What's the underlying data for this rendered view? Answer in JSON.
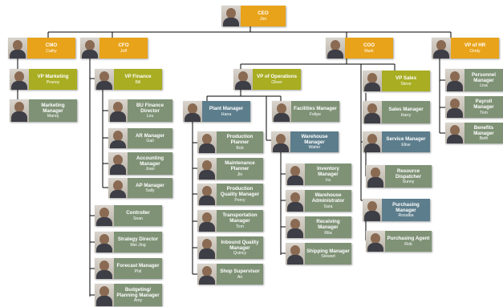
{
  "colors": {
    "gold": "#e8a31a",
    "olive": "#a8ad22",
    "gray": "#7f9276",
    "blue": "#5c7d8c",
    "line": "#000000"
  },
  "nodes": {
    "ceo": {
      "title": "CEO",
      "name": "Jim"
    },
    "cmo": {
      "title": "CMO",
      "name": "Cathy"
    },
    "cfo": {
      "title": "CFO",
      "name": "Jeff"
    },
    "coo": {
      "title": "COO",
      "name": "Mark"
    },
    "vp_hr": {
      "title": "VP of HR",
      "name": "Cindy"
    },
    "vp_marketing": {
      "title": "VP Marketing",
      "name": "Pranoy"
    },
    "marketing_manager": {
      "title": "Marketing Manager",
      "name": "Manoj"
    },
    "vp_finance": {
      "title": "VP Finance",
      "name": "Bill"
    },
    "bu_finance_director": {
      "title": "BU Finance Director",
      "name": "Lou"
    },
    "ar_manager": {
      "title": "AR Manager",
      "name": "Gail"
    },
    "accounting_manager": {
      "title": "Accounting Manager",
      "name": "Joan"
    },
    "ap_manager": {
      "title": "AP Manager",
      "name": "Sally"
    },
    "controller": {
      "title": "Controller",
      "name": "Sean"
    },
    "strategy_director": {
      "title": "Strategy Director",
      "name": "Mei Jing"
    },
    "forecast_manager": {
      "title": "Forecast Manager",
      "name": "Phil"
    },
    "budgeting_manager": {
      "title": "Budgeting/ Planning Manager",
      "name": "Amy"
    },
    "vp_operations": {
      "title": "VP of Operations",
      "name": "Oliver"
    },
    "plant_manager": {
      "title": "Plant Manager",
      "name": "Hana"
    },
    "production_planner": {
      "title": "Production Planner",
      "name": "Bob"
    },
    "maintenance_planner": {
      "title": "Maintenance Planner",
      "name": "Jin"
    },
    "production_quality_manager": {
      "title": "Production Quality Manager",
      "name": "Percy"
    },
    "transportation_manager": {
      "title": "Transportation Manager",
      "name": "Tom"
    },
    "inbound_quality_manager": {
      "title": "Inbound Quality Manager",
      "name": "Quincy"
    },
    "shop_supervisor": {
      "title": "Shop Supervisor",
      "name": "Ari"
    },
    "facilities_manager": {
      "title": "Facilities Manager",
      "name": "Felipe"
    },
    "warehouse_manager": {
      "title": "Warehouse Manager",
      "name": "Walter"
    },
    "inventory_manager": {
      "title": "Inventory Manager",
      "name": "Ira"
    },
    "warehouse_administrator": {
      "title": "Warehouse Administrator",
      "name": "Sara"
    },
    "receiving_manager": {
      "title": "Receiving Manager",
      "name": "Rita"
    },
    "shipping_manager": {
      "title": "Shipping Manager",
      "name": "Stewart"
    },
    "vp_sales": {
      "title": "VP Sales",
      "name": "Steve"
    },
    "sales_manager": {
      "title": "Sales Manager",
      "name": "Harry"
    },
    "service_manager": {
      "title": "Service Manager",
      "name": "Elise"
    },
    "resource_dispatcher": {
      "title": "Resource Dispatcher",
      "name": "Sunny"
    },
    "purchasing_manager": {
      "title": "Purchasing Manager",
      "name": "Rosalba"
    },
    "purchasing_agent": {
      "title": "Purchasing Agent",
      "name": "Rob"
    },
    "personnel_manager": {
      "title": "Personnel Manager",
      "name": "Lisa"
    },
    "payroll_manager": {
      "title": "Payroll Manager",
      "name": "Tom"
    },
    "benefits_manager": {
      "title": "Benefits Manager",
      "name": "Beth"
    }
  }
}
